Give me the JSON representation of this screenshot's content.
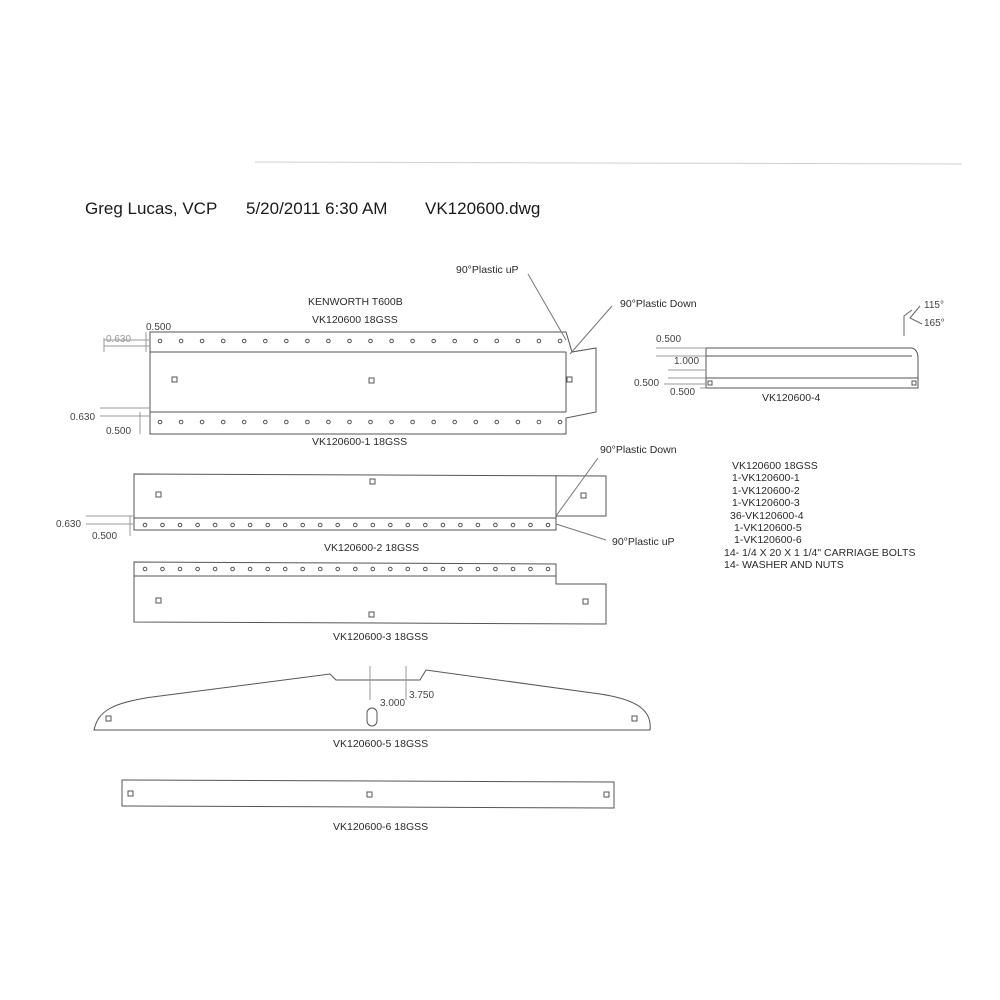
{
  "header": {
    "author": "Greg Lucas, VCP",
    "datetime": "5/20/2011 6:30 AM",
    "filename": "VK120600.dwg"
  },
  "drawing_title": {
    "line1": "KENWORTH T600B",
    "line2": "VK120600 18GSS"
  },
  "callouts": {
    "plastic_up_1": "90°Plastic uP",
    "plastic_down_1": "90°Plastic Down",
    "plastic_down_2": "90°Plastic Down",
    "plastic_up_2": "90°Plastic uP"
  },
  "parts": {
    "p1": "VK120600-1 18GSS",
    "p2": "VK120600-2 18GSS",
    "p3": "VK120600-3 18GSS",
    "p4": "VK120600-4",
    "p5": "VK120600-5 18GSS",
    "p6": "VK120600-6 18GSS"
  },
  "dimensions": {
    "p1_top_left": "0.500",
    "p1_top_offset": "0.630",
    "p1_bottom_offset": "0.630",
    "p1_bottom_left": "0.500",
    "p2_offset": "0.630",
    "p2_left": "0.500",
    "p4_top": "0.500",
    "p4_height": "1.000",
    "p4_bottom_a": "0.500",
    "p4_bottom_b": "0.500",
    "p5_slot": "3.000",
    "p5_height": "3.750"
  },
  "angles": {
    "a1": "115°",
    "a2": "165°"
  },
  "bom": [
    "VK120600 18GSS",
    "1-VK120600-1",
    "1-VK120600-2",
    "1-VK120600-3",
    "36-VK120600-4",
    "1-VK120600-5",
    "1-VK120600-6",
    "14- 1/4 X 20 X 1 1/4\" CARRIAGE BOLTS",
    "14- WASHER AND NUTS"
  ]
}
